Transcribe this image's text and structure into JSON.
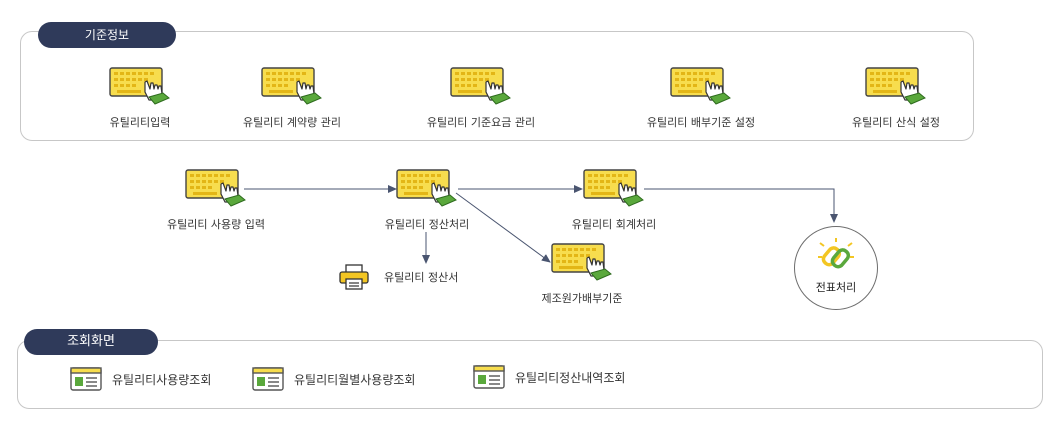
{
  "sections": {
    "basic_info": {
      "title": "기준정보"
    },
    "views": {
      "title": "조회화면"
    }
  },
  "basic_items": [
    {
      "label": "유틸리티입력"
    },
    {
      "label": "유틸리티 계약량 관리"
    },
    {
      "label": "유틸리티 기준요금 관리"
    },
    {
      "label": "유틸리티 배부기준 설정"
    },
    {
      "label": "유틸리티 산식 설정"
    }
  ],
  "flow": {
    "usage_input": "유틸리티 사용량 입력",
    "settlement": "유틸리티 정산처리",
    "accounting": "유틸리티 회계처리",
    "cost_allocation": "제조원가배부기준",
    "statement": "유틸리티 정산서",
    "voucher": "전표처리"
  },
  "view_items": [
    {
      "label": "유틸리티사용량조회"
    },
    {
      "label": "유틸리티월별사용량조회"
    },
    {
      "label": "유틸리티정산내역조회"
    }
  ],
  "colors": {
    "tab_bg": "#2f3a5a",
    "keyboard_yellow": "#f7dd4e",
    "keyboard_key": "#e8bf1a",
    "hand_green": "#5aa83c",
    "arrow": "#4a5570"
  },
  "icons": {
    "keyboard": "keyboard-click-icon",
    "view": "window-view-icon",
    "printer": "printer-icon",
    "link": "chain-link-icon"
  }
}
